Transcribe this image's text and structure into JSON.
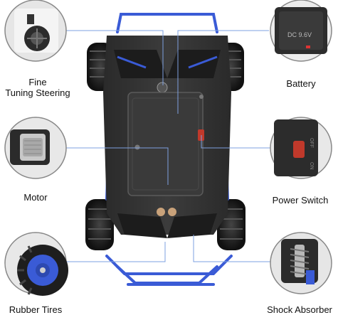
{
  "features": [
    {
      "label_lines": [
        "Fine",
        "Tuning Steering"
      ]
    },
    {
      "label_lines": [
        "Battery"
      ]
    },
    {
      "label_lines": [
        "Motor"
      ]
    },
    {
      "label_lines": [
        "Power Switch"
      ]
    },
    {
      "label_lines": [
        "Rubber Tires"
      ]
    },
    {
      "label_lines": [
        "Shock Absorber"
      ]
    }
  ],
  "battery_inset_text": "DC 9.6V",
  "switch_inset": {
    "off": "OFF",
    "on": "ON"
  },
  "colors": {
    "frame_blue": "#3a5bd6",
    "chassis": "#2a2a2a",
    "tire": "#222222",
    "leader_line": "#7ea0e0"
  }
}
